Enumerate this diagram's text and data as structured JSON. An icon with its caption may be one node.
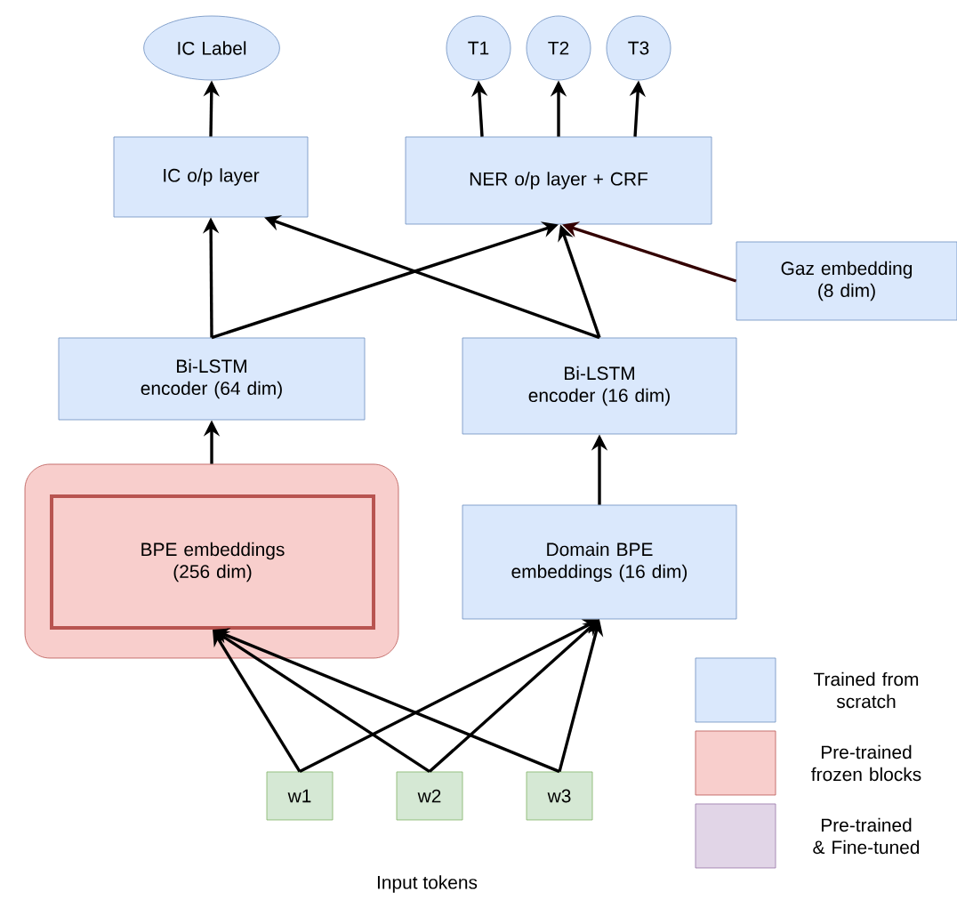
{
  "diagram": {
    "nodes": [
      {
        "text": [
          "IC Label"
        ]
      },
      {
        "text": [
          "T1"
        ]
      },
      {
        "text": [
          "T2"
        ]
      },
      {
        "text": [
          "T3"
        ]
      },
      {
        "text": [
          "IC o/p layer"
        ]
      },
      {
        "text": [
          "NER o/p layer + CRF"
        ]
      },
      {
        "text": [
          "Gaz embedding (8 dim)"
        ]
      },
      {
        "text": [
          "Bi-LSTM encoder (64 dim)"
        ]
      },
      {
        "text": [
          "Bi-LSTM encoder (16 dim)"
        ]
      },
      {
        "text": [],
        "shape": "box"
      },
      {
        "text": [
          "BPE embeddings (256 dim)"
        ],
        "in": 9
      },
      {
        "text": [
          "Domain BPE embeddings (16 dim)"
        ]
      },
      {
        "text": [
          "w1"
        ]
      },
      {
        "text": [
          "w2"
        ]
      },
      {
        "text": [
          "w3"
        ]
      }
    ],
    "edges": [
      {
        "from": 4,
        "to": 0,
        "arrow": "to"
      },
      {
        "from": 5,
        "to": 1,
        "arrow": "to"
      },
      {
        "from": 5,
        "to": 2,
        "arrow": "to"
      },
      {
        "from": 5,
        "to": 3,
        "arrow": "to"
      },
      {
        "from": 6,
        "to": 5,
        "arrow": "to",
        "color": "#330000"
      },
      {
        "from": 7,
        "to": 4,
        "arrow": "to"
      },
      {
        "from": 7,
        "to": 5,
        "arrow": "to"
      },
      {
        "from": 8,
        "to": 4,
        "arrow": "to"
      },
      {
        "from": 8,
        "to": 5,
        "arrow": "to"
      },
      {
        "from": 9,
        "to": 7,
        "arrow": "to"
      },
      {
        "from": 11,
        "to": 8,
        "arrow": "to"
      },
      {
        "from": 12,
        "to": 10,
        "arrow": "to"
      },
      {
        "from": 12,
        "to": 11,
        "arrow": "to"
      },
      {
        "from": 13,
        "to": 10,
        "arrow": "to"
      },
      {
        "from": 13,
        "to": 11,
        "arrow": "to"
      },
      {
        "from": 14,
        "to": 10,
        "arrow": "to"
      },
      {
        "from": 14,
        "to": 11,
        "arrow": "to"
      }
    ],
    "labels": [
      "Input tokens"
    ],
    "legend": [
      {
        "text": "Trained from scratch",
        "color": "#dae8fc"
      },
      {
        "text": "Pre-trained frozen blocks",
        "color": "#f8cecc"
      },
      {
        "text": "Pre-trained & Fine-tuned",
        "color": "#e1d5e7"
      }
    ]
  }
}
